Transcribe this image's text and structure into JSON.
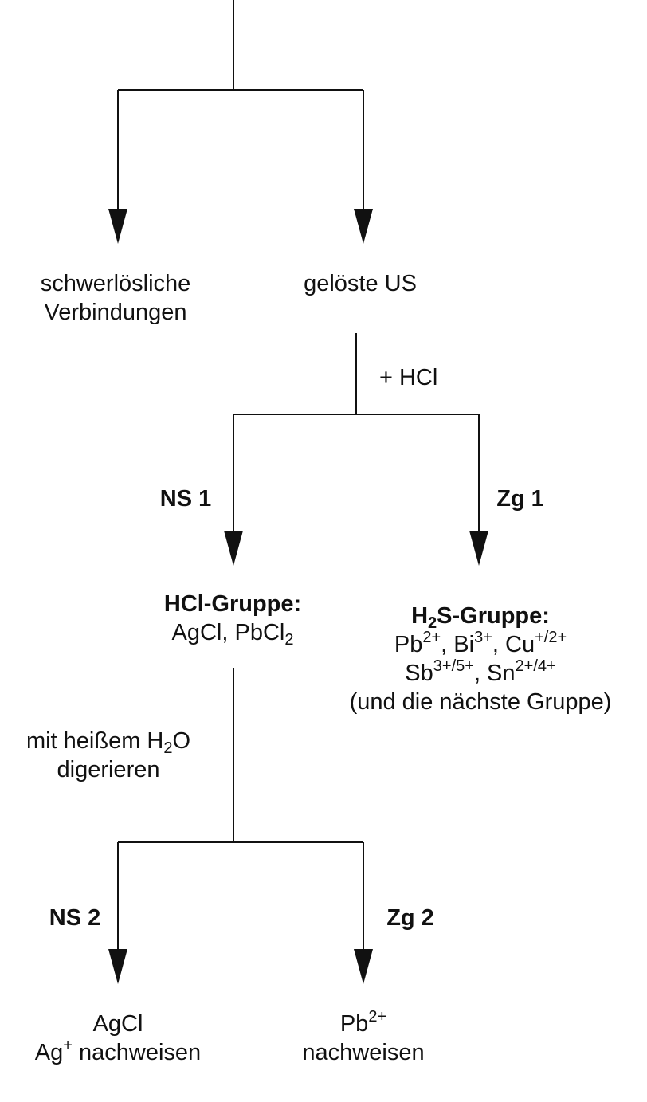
{
  "level1": {
    "left": {
      "line1": "schwerlösliche",
      "line2": "Verbindungen"
    },
    "right": {
      "line1": "gelöste US"
    }
  },
  "step1": {
    "reagent": "+ HCl",
    "left_branch": "NS 1",
    "right_branch": "Zg 1"
  },
  "hcl_group": {
    "title": "HCl-Gruppe:",
    "members": [
      {
        "base": "AgCl, PbCl",
        "sub": "2"
      }
    ]
  },
  "h2s_group": {
    "title": {
      "h": "H",
      "sub": "2",
      "rest": "S-Gruppe:"
    },
    "row1": {
      "pb": "Pb",
      "pb_ch": "2+",
      "sep1": ", Bi",
      "bi_ch": "3+",
      "sep2": ", Cu",
      "cu_ch": "+/2+"
    },
    "row2": {
      "sb": "Sb",
      "sb_ch": "3+/5+",
      "sep": ", Sn",
      "sn_ch": "2+/4+"
    },
    "row3": "(und die nächste Gruppe)"
  },
  "step2": {
    "reagent_line1": "mit heißem H",
    "reagent_sub": "2",
    "reagent_rest": "O",
    "reagent_line2": "digerieren",
    "left_branch": "NS 2",
    "right_branch": "Zg 2"
  },
  "results": {
    "left": {
      "line1": "AgCl",
      "line2_base": "Ag",
      "line2_sup": "+",
      "line2_rest": " nachweisen"
    },
    "right": {
      "line1_base": "Pb",
      "line1_sup": "2+",
      "line2": "nachweisen"
    }
  },
  "colors": {
    "line": "#111111",
    "text": "#111111",
    "background": "#ffffff"
  }
}
